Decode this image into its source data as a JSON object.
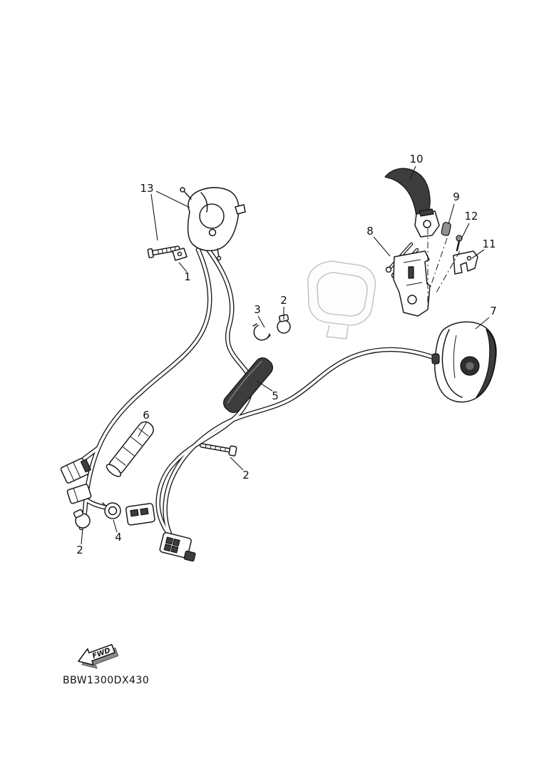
{
  "diagram": {
    "part_code": "BBW1300DX430",
    "fwd_label": "FWD",
    "callouts": {
      "c1": "1",
      "c2a": "2",
      "c2b": "2",
      "c2c": "2",
      "c3": "3",
      "c4": "4",
      "c5": "5",
      "c6": "6",
      "c7": "7",
      "c8": "8",
      "c9": "9",
      "c10": "10",
      "c11": "11",
      "c12": "12",
      "c13": "13"
    },
    "colors": {
      "line": "#1a1a1a",
      "dark_fill": "#3d3d3d",
      "ghost": "#c6c6c6",
      "background": "#ffffff"
    }
  }
}
